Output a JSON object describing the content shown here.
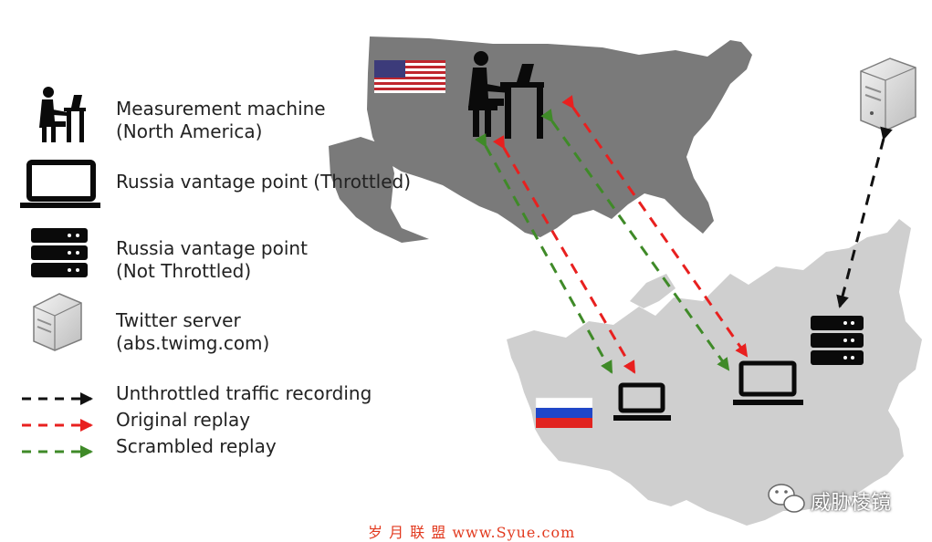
{
  "legend": {
    "measurement": "Measurement machine\n(North America)",
    "throttled": "Russia vantage point (Throttled)",
    "not_throttled": "Russia vantage point\n(Not Throttled)",
    "twitter": "Twitter server\n(abs.twimg.com)",
    "unthrottled_traffic": "Unthrottled traffic recording",
    "original_replay": "Original replay",
    "scrambled_replay": "Scrambled replay"
  },
  "colors": {
    "black_arrow": "#111111",
    "red_arrow": "#e8201f",
    "green_arrow": "#3f8a28",
    "usa_map": "#7a7a7a",
    "russia_map": "#cfcfcf"
  },
  "icons": [
    "person-at-desk-icon",
    "laptop-icon",
    "server-rack-icon",
    "tower-server-icon",
    "us-flag-icon",
    "russia-flag-icon",
    "wechat-icon"
  ],
  "watermark": {
    "brand": "威胁棱镜",
    "site": "岁 月 联 盟  www.Syue.com"
  }
}
